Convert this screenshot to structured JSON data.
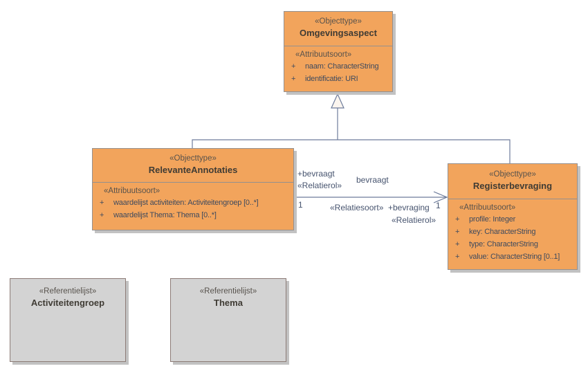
{
  "diagram": {
    "colors": {
      "objecttype_fill": "#F2A45C",
      "objecttype_border": "#94908F",
      "referentielijst_fill": "#D3D3D3",
      "referentielijst_border": "#8C7B76",
      "shadow": "#C2C2C2",
      "connector": "#6D7B9B",
      "triangle_fill": "#FBF5EF",
      "stereotype_text": "#57524C",
      "name_text": "#3F3B34",
      "attribute_text": "#3E4A5E",
      "label_text": "#46536E"
    }
  },
  "classes": [
    {
      "stereotype": "«Objecttype»",
      "name": "Omgevingsaspect",
      "compartment_label": "«Attribuutsoort»",
      "attributes": [
        {
          "vis": "+",
          "text": "naam: CharacterString"
        },
        {
          "vis": "+",
          "text": "identificatie: URI"
        }
      ]
    },
    {
      "stereotype": "«Objecttype»",
      "name": "RelevanteAnnotaties",
      "compartment_label": "«Attribuutsoort»",
      "attributes": [
        {
          "vis": "+",
          "text": "waardelijst activiteiten: Activiteitengroep [0..*]"
        },
        {
          "vis": "+",
          "text": "waardelijst Thema: Thema [0..*]"
        }
      ]
    },
    {
      "stereotype": "«Objecttype»",
      "name": "Registerbevraging",
      "compartment_label": "«Attribuutsoort»",
      "attributes": [
        {
          "vis": "+",
          "text": "profile: Integer"
        },
        {
          "vis": "+",
          "text": "key: CharacterString"
        },
        {
          "vis": "+",
          "text": "type: CharacterString"
        },
        {
          "vis": "+",
          "text": "value: CharacterString [0..1]"
        }
      ]
    }
  ],
  "reference_lists": [
    {
      "stereotype": "«Referentielijst»",
      "name": "Activiteitengroep"
    },
    {
      "stereotype": "«Referentielijst»",
      "name": "Thema"
    }
  ],
  "association": {
    "source_role": "+bevraagt",
    "source_role_stereotype": "«Relatierol»",
    "name": "bevraagt",
    "stereotype": "«Relatiesoort»",
    "target_role": "+bevraging",
    "target_role_stereotype": "«Relatierol»",
    "source_multiplicity": "1",
    "target_multiplicity": "1"
  }
}
